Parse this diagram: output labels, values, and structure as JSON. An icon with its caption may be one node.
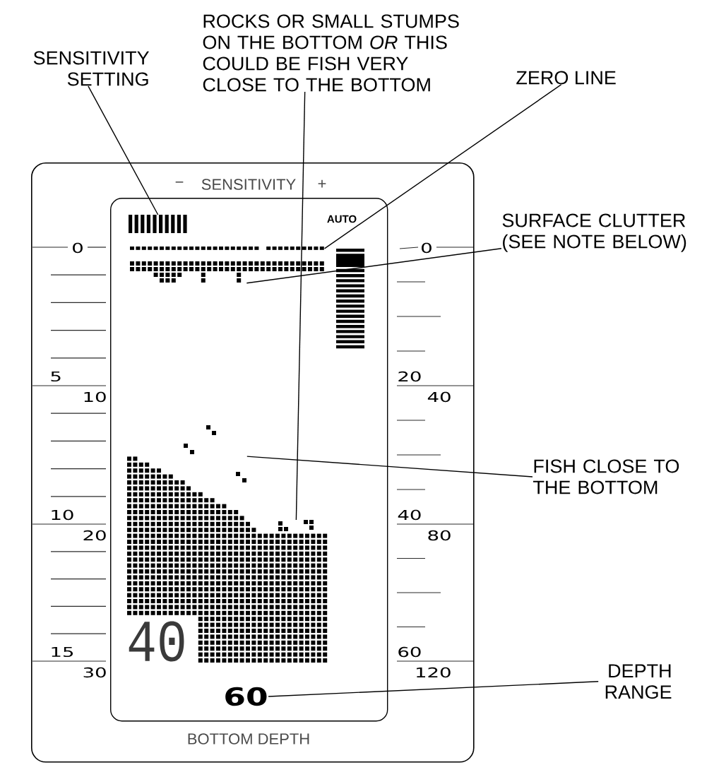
{
  "diagram": {
    "nodes": [
      {
        "text": [
          "SENSITIVITY SETTING"
        ]
      },
      {
        "text": [
          "ROCKS OR SMALL STUMPS ON THE BOTTOM *OR* THIS COULD BE FISH VERY CLOSE TO THE BOTTOM"
        ]
      },
      {
        "text": [
          "ZERO LINE"
        ]
      },
      {
        "text": [
          "−",
          "SENSITIVITY",
          "+",
          "BOTTOM DEPTH"
        ]
      },
      {
        "text": [
          "AUTO",
          "40"
        ],
        "in": 3
      },
      {
        "text": [],
        "shape": "bar",
        "in": 4
      },
      {
        "text": [],
        "shape": "line",
        "in": 4
      },
      {
        "text": [],
        "shape": "dots",
        "in": 4
      },
      {
        "text": [
          "SURFACE CLUTTER (SEE NOTE BELOW)"
        ]
      },
      {
        "text": [],
        "shape": "dots",
        "in": 4
      },
      {
        "text": [
          "FISH CLOSE TO THE BOTTOM"
        ]
      },
      {
        "text": [],
        "shape": "dots",
        "in": 4
      },
      {
        "text": [
          "60"
        ],
        "in": 4
      },
      {
        "text": [
          "DEPTH RANGE"
        ]
      }
    ],
    "edges": [
      {
        "from": 0,
        "to": 5,
        "arrow": "none"
      },
      {
        "from": 1,
        "to": 11,
        "arrow": "none"
      },
      {
        "from": 2,
        "to": 6,
        "arrow": "none"
      },
      {
        "from": 8,
        "to": 7,
        "arrow": "none"
      },
      {
        "from": 10,
        "to": 9,
        "arrow": "none"
      },
      {
        "from": 13,
        "to": 12,
        "arrow": "none"
      }
    ],
    "labels": [
      "0",
      "0",
      "5",
      "20",
      "10",
      "40",
      "10",
      "40",
      "20",
      "80",
      "15",
      "60",
      "30",
      "120"
    ]
  }
}
